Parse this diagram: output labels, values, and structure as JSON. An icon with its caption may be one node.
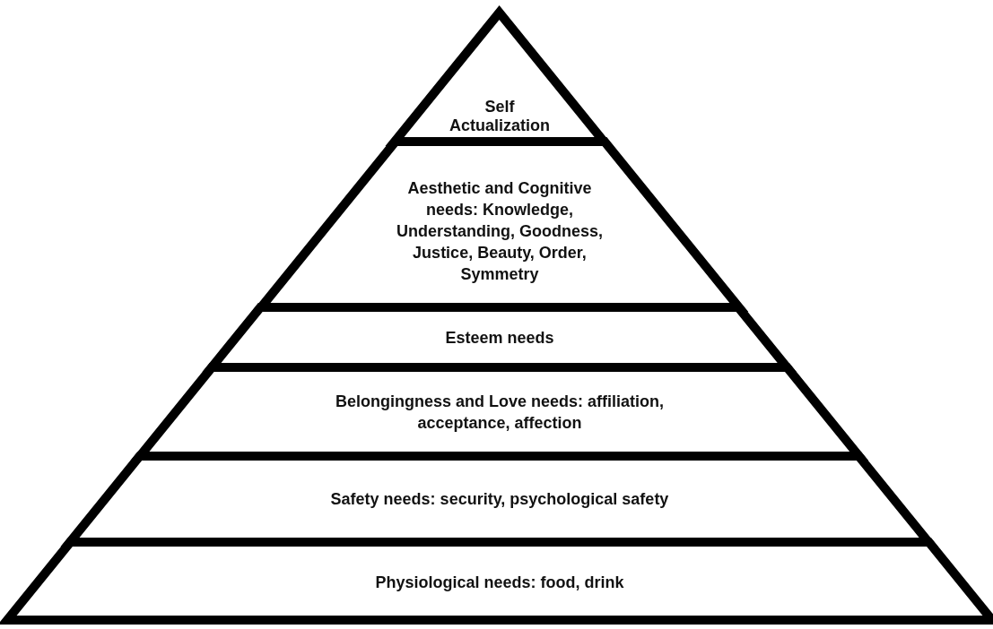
{
  "diagram": {
    "nodes": [
      {
        "text": [
          "Self Actualization"
        ]
      },
      {
        "text": [
          "Aesthetic and Cognitive needs: Knowledge, Understanding, Goodness, Justice, Beauty, Order, Symmetry"
        ]
      },
      {
        "text": [
          "Esteem needs"
        ]
      },
      {
        "text": [
          "Belongingness and Love needs: affiliation, acceptance, affection"
        ]
      },
      {
        "text": [
          "Safety needs: security, psychological safety"
        ]
      },
      {
        "text": [
          "Physiological needs: food, drink"
        ]
      }
    ]
  }
}
